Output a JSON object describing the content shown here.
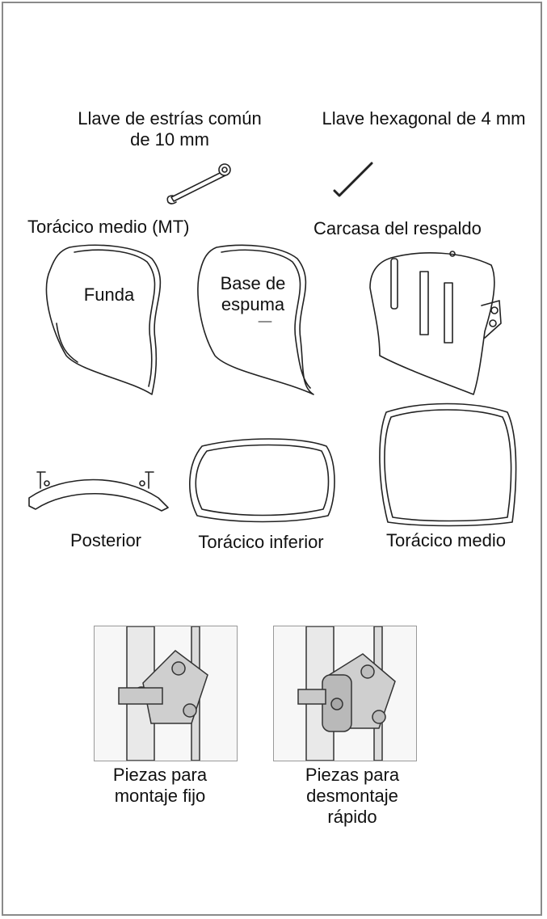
{
  "tools": {
    "wrench_label_line1": "Llave de estrías común",
    "wrench_label_line2": "de 10 mm",
    "hex_key_label": "Llave hexagonal de 4 mm"
  },
  "groups": {
    "mid_thoracic_label": "Torácico medio (MT)",
    "back_shell_label": "Carcasa del respaldo"
  },
  "parts": {
    "cover_label": "Funda",
    "foam_label_line1": "Base de",
    "foam_label_line2": "espuma",
    "posterior_label": "Posterior",
    "lower_thoracic_label": "Torácico inferior",
    "mid_thoracic_label": "Torácico medio"
  },
  "mounting": {
    "fixed_label_line1": "Piezas para",
    "fixed_label_line2": "montaje fijo",
    "quick_label_line1": "Piezas para",
    "quick_label_line2": "desmontaje",
    "quick_label_line3": "rápido"
  }
}
